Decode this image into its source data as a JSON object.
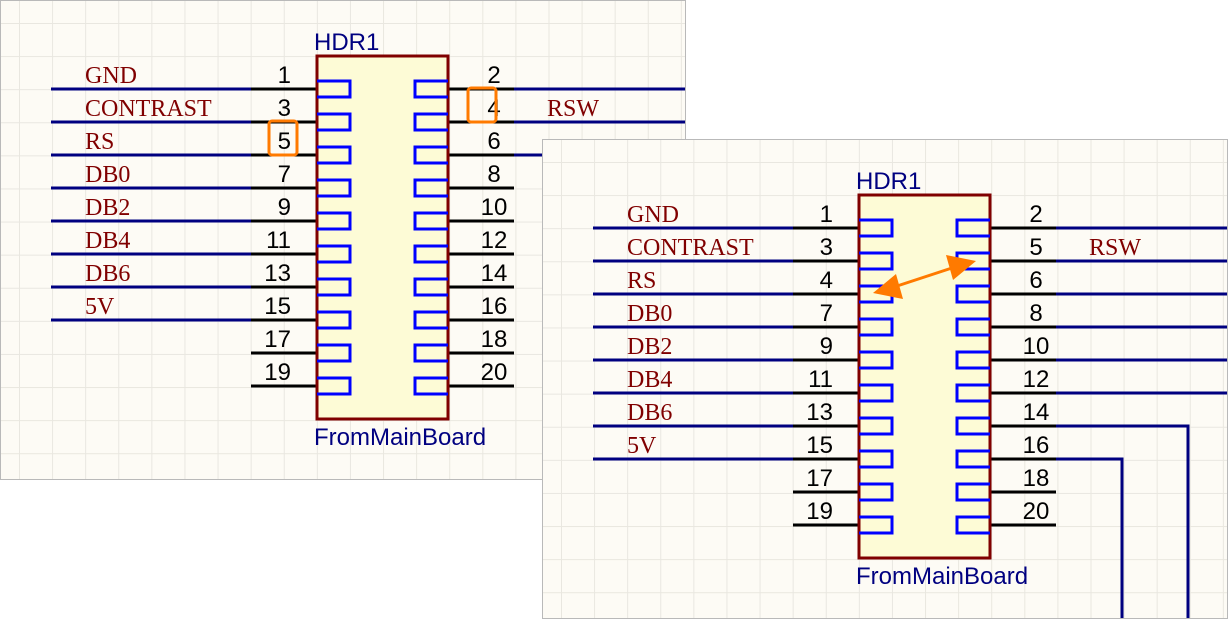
{
  "colors": {
    "wire": "#000080",
    "pin_line": "#000000",
    "body_fill": "#fdfbd6",
    "body_border": "#800000",
    "pad": "#0000ff",
    "net_label": "#800000",
    "designator": "#000080",
    "highlight": "#ff7a00"
  },
  "panels": [
    {
      "name": "before",
      "designator": "HDR1",
      "comment": "FromMainBoard",
      "left_pins": [
        "1",
        "3",
        "5",
        "7",
        "9",
        "11",
        "13",
        "15",
        "17",
        "19"
      ],
      "right_pins": [
        "2",
        "4",
        "6",
        "8",
        "10",
        "12",
        "14",
        "16",
        "18",
        "20"
      ],
      "left_nets": [
        "GND",
        "CONTRAST",
        "RS",
        "DB0",
        "DB2",
        "DB4",
        "DB6",
        "5V"
      ],
      "right_nets": [
        "",
        "RSW"
      ],
      "highlighted_pins": [
        "5",
        "4"
      ]
    },
    {
      "name": "after",
      "designator": "HDR1",
      "comment": "FromMainBoard",
      "left_pins": [
        "1",
        "3",
        "4",
        "7",
        "9",
        "11",
        "13",
        "15",
        "17",
        "19"
      ],
      "right_pins": [
        "2",
        "5",
        "6",
        "8",
        "10",
        "12",
        "14",
        "16",
        "18",
        "20"
      ],
      "left_nets": [
        "GND",
        "CONTRAST",
        "RS",
        "DB0",
        "DB2",
        "DB4",
        "DB6",
        "5V"
      ],
      "right_nets": [
        "",
        "RSW"
      ],
      "swap_arrow": "pin-swap-arrow"
    }
  ]
}
